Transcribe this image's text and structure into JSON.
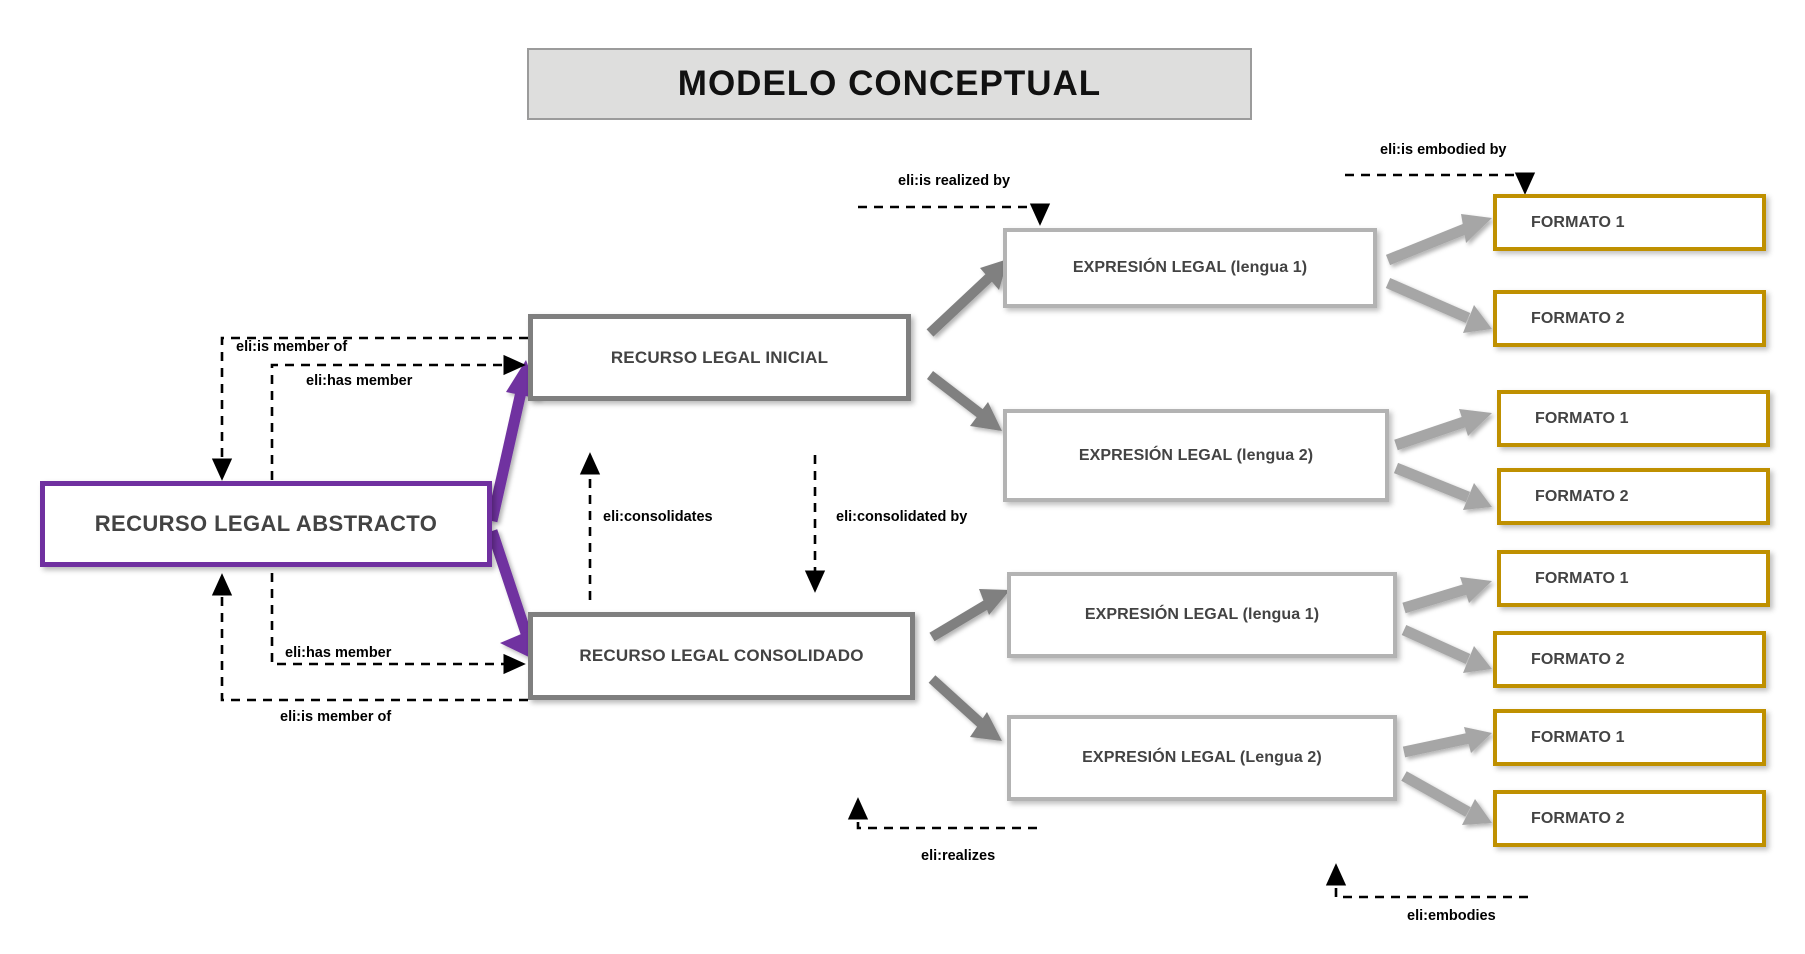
{
  "title": {
    "text": "MODELO CONCEPTUAL",
    "banner_fill": "#dededd",
    "banner_border": "#9b9b9b"
  },
  "colors": {
    "abstract_border": "#7030a0",
    "work_border": "#7f7f7f",
    "expression_border": "#b3b3b3",
    "format_border": "#bf9000",
    "node_text": "#434343",
    "arrow_gray": "#a6a6a6",
    "arrow_dark_gray": "#808080",
    "arrow_purple": "#7030a0",
    "dashed_black": "#000000"
  },
  "nodes": {
    "abstract": {
      "label": "RECURSO LEGAL ABSTRACTO"
    },
    "works": [
      {
        "label": "RECURSO LEGAL INICIAL"
      },
      {
        "label": "RECURSO LEGAL CONSOLIDADO"
      }
    ],
    "expressions": [
      {
        "label": "EXPRESIÓN LEGAL (lengua 1)"
      },
      {
        "label": "EXPRESIÓN LEGAL (lengua 2)"
      },
      {
        "label": "EXPRESIÓN LEGAL (lengua 1)"
      },
      {
        "label": "EXPRESIÓN LEGAL (Lengua 2)"
      }
    ],
    "formats": [
      {
        "label": "FORMATO 1"
      },
      {
        "label": "FORMATO 2"
      },
      {
        "label": "FORMATO 1"
      },
      {
        "label": "FORMATO 2"
      },
      {
        "label": "FORMATO 1"
      },
      {
        "label": "FORMATO 2"
      },
      {
        "label": "FORMATO 1"
      },
      {
        "label": "FORMATO 2"
      }
    ]
  },
  "relations": {
    "is_member_of_top": "eli:is member of",
    "has_member_top": "eli:has member",
    "has_member_bottom": "eli:has member",
    "is_member_of_bottom": "eli:is member of",
    "consolidates": "eli:consolidates",
    "consolidated_by": "eli:consolidated by",
    "is_realized_by": "eli:is realized by",
    "realizes": "eli:realizes",
    "is_embodied_by": "eli:is embodied by",
    "embodies": "eli:embodies"
  }
}
